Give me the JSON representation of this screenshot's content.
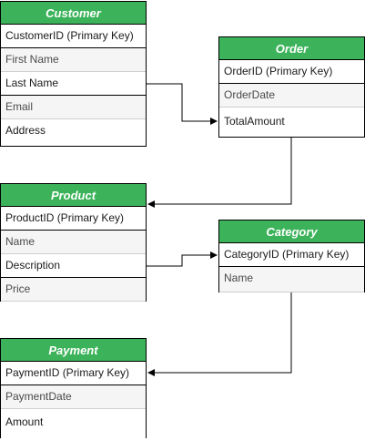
{
  "entities": {
    "customer": {
      "title": "Customer",
      "fields": [
        "CustomerID (Primary Key)",
        "First Name",
        "Last Name",
        "Email",
        "Address"
      ]
    },
    "order": {
      "title": "Order",
      "fields": [
        "OrderID (Primary Key)",
        "OrderDate",
        "TotalAmount"
      ]
    },
    "product": {
      "title": "Product",
      "fields": [
        "ProductID (Primary Key)",
        "Name",
        "Description",
        "Price"
      ]
    },
    "category": {
      "title": "Category",
      "fields": [
        "CategoryID (Primary Key)",
        "Name"
      ]
    },
    "payment": {
      "title": "Payment",
      "fields": [
        "PaymentID (Primary Key)",
        "PaymentDate",
        "Amount"
      ]
    }
  },
  "colors": {
    "header_fill": "#3cb35a",
    "header_text": "#ffffff",
    "border": "#000000",
    "alt_row_fill": "#f5f5f5"
  }
}
